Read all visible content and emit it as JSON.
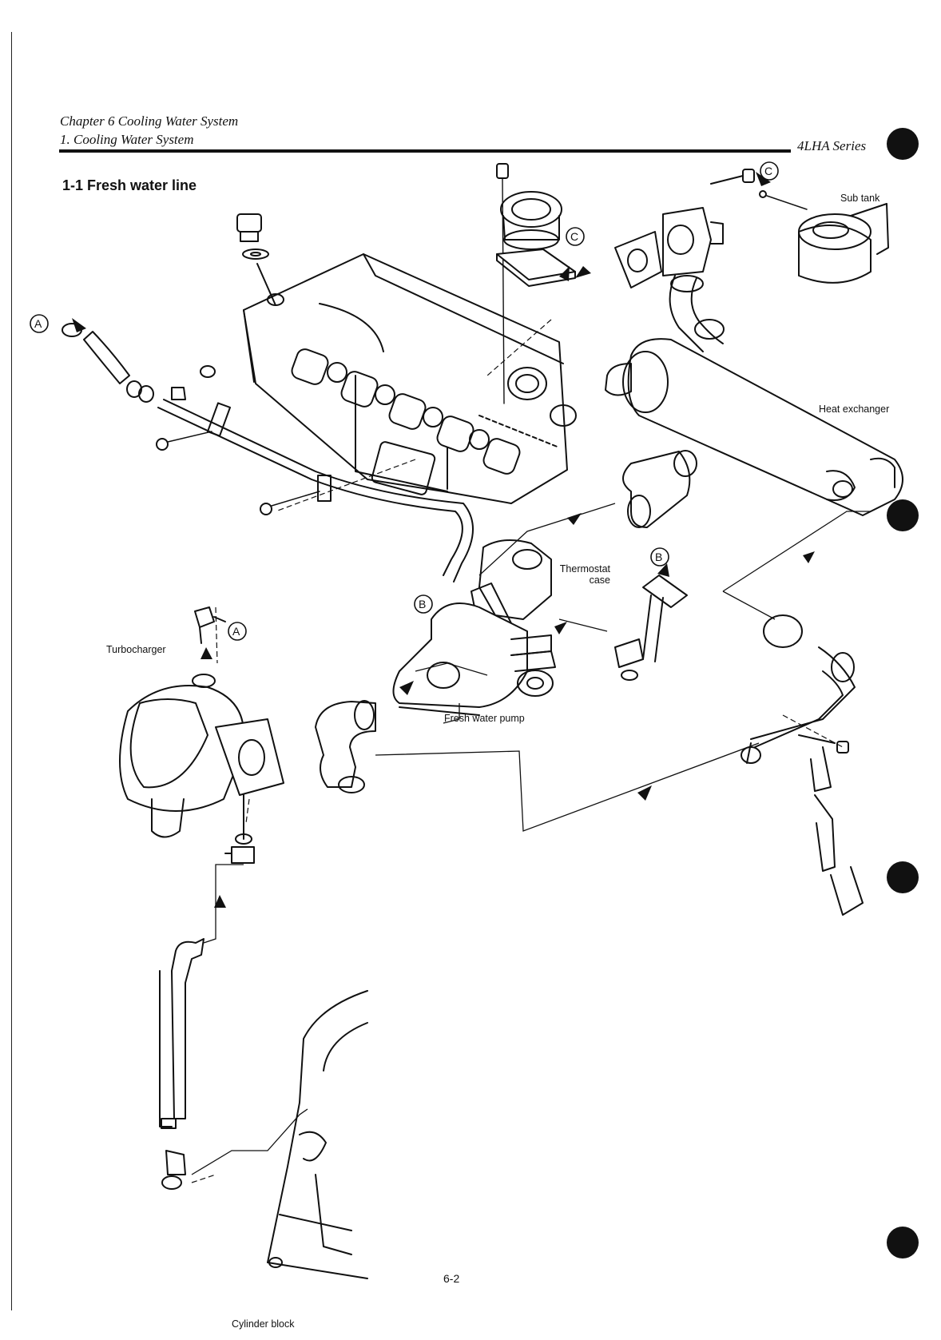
{
  "header": {
    "chapter": "Chapter 6 Cooling Water System",
    "section": "1. Cooling Water System",
    "series": "4LHA Series"
  },
  "section_title": "1-1  Fresh water line",
  "labels": {
    "sub_tank": "Sub tank",
    "heat_exchanger": "Heat exchanger",
    "thermostat_case_line1": "Thermostat",
    "thermostat_case_line2": "case",
    "turbocharger": "Turbocharger",
    "fresh_water_pump": "Fresh water pump",
    "cylinder_block": "Cylinder block"
  },
  "callouts": {
    "a_top": "A",
    "a_turbo": "A",
    "b_hose": "B",
    "b_pipe": "B",
    "c_pump": "C",
    "c_subtank": "C"
  },
  "footer": {
    "page_number": "6-2"
  }
}
